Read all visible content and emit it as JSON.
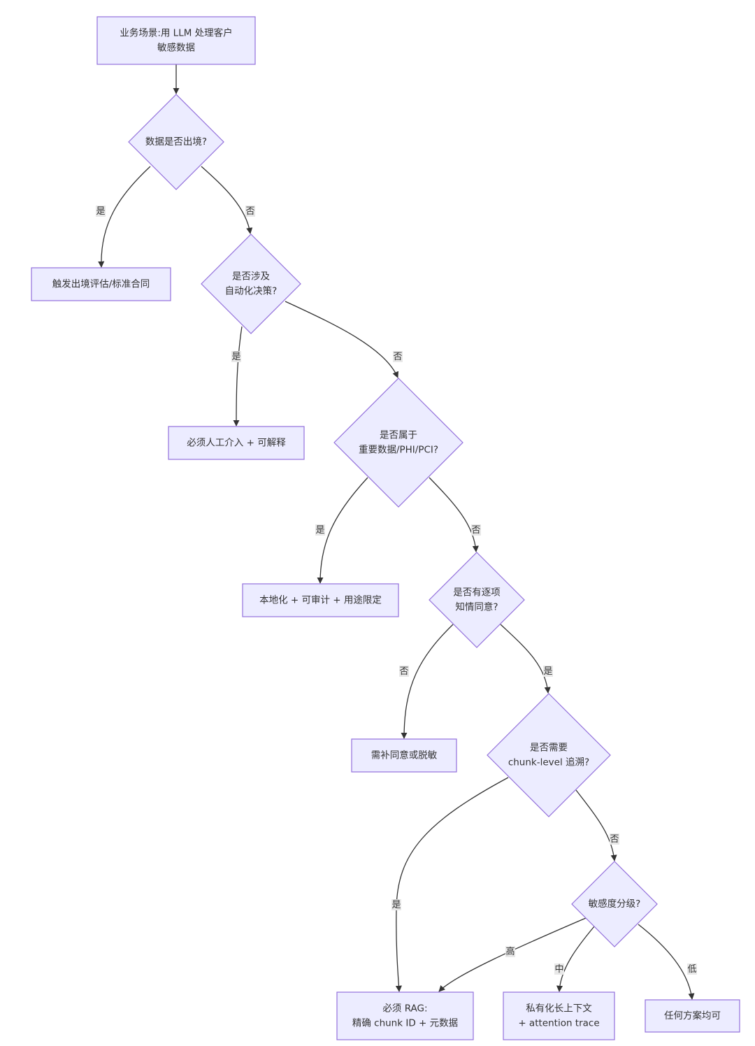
{
  "nodes": {
    "start": [
      "业务场景:用 LLM 处理客户",
      "敏感数据"
    ],
    "q_export": [
      "数据是否出境?"
    ],
    "r_export": [
      "触发出境评估/标准合同"
    ],
    "q_auto": [
      "是否涉及",
      "自动化决策?"
    ],
    "r_auto": [
      "必须人工介入 + 可解释"
    ],
    "q_important": [
      "是否属于",
      "重要数据/PHI/PCI?"
    ],
    "r_important": [
      "本地化 + 可审计 + 用途限定"
    ],
    "q_consent": [
      "是否有逐项",
      "知情同意?"
    ],
    "r_consent": [
      "需补同意或脱敏"
    ],
    "q_trace": [
      "是否需要",
      "chunk-level 追溯?"
    ],
    "q_sensitivity": [
      "敏感度分级?"
    ],
    "r_rag": [
      "必须 RAG:",
      "精确 chunk ID + 元数据"
    ],
    "r_private": [
      "私有化长上下文",
      "+ attention trace"
    ],
    "r_any": [
      "任何方案均可"
    ]
  },
  "edge_labels": {
    "yes": "是",
    "no": "否",
    "high": "高",
    "medium": "中",
    "low": "低"
  }
}
